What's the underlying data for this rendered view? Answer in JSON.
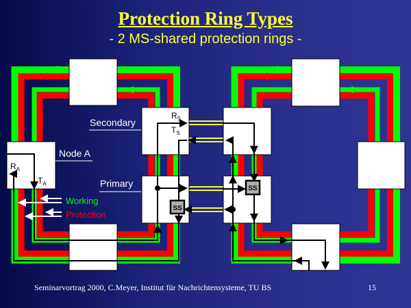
{
  "title": "Protection Ring Types",
  "subtitle": "- 2 MS-shared protection rings -",
  "labels": {
    "secondary": "Secondary",
    "node_a": "Node A",
    "primary": "Primary",
    "r_s": "R",
    "r_s_sub": "S",
    "t_s": "T",
    "t_s_sub": "S",
    "r_a": "R",
    "r_a_sub": "A",
    "t_a": "T",
    "t_a_sub": "A",
    "ss": "SS"
  },
  "legend": {
    "working": "Working",
    "protection": "Protection"
  },
  "colors": {
    "working": "#00ff00",
    "protection": "#ff0000",
    "interconnect": "#ffff33"
  },
  "footer": "Seminarvortrag 2000, C.Meyer,  Institut für Nachrichtensysteme, TU BS",
  "page_number": "15"
}
